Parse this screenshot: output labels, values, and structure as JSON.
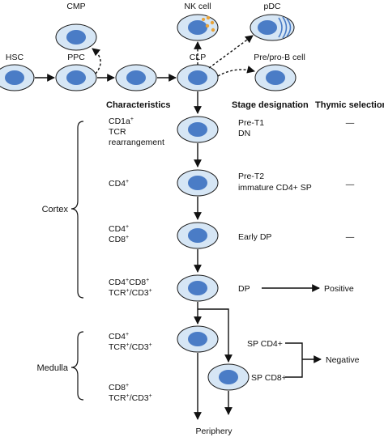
{
  "progenitors": {
    "cmp": "CMP",
    "nk": "NK cell",
    "pdc": "pDC",
    "hsc": "HSC",
    "ppc": "PPC",
    "clp": "CLP",
    "preprob": "Pre/pro-B cell"
  },
  "headers": {
    "characteristics": "Characteristics",
    "stage": "Stage designation",
    "thymic": "Thymic selection"
  },
  "regions": {
    "cortex": "Cortex",
    "medulla": "Medulla"
  },
  "stages": [
    {
      "characteristics": [
        [
          {
            "t": "CD1a"
          },
          {
            "t": "+",
            "sup": true
          }
        ],
        [
          {
            "t": "TCR"
          }
        ],
        [
          {
            "t": "rearrangement"
          }
        ]
      ],
      "designation": [
        "Pre-T1",
        "DN"
      ],
      "selection": "—"
    },
    {
      "characteristics": [
        [
          {
            "t": "CD4"
          },
          {
            "t": "+",
            "sup": true
          }
        ]
      ],
      "designation": [
        "Pre-T2",
        "immature CD4+ SP"
      ],
      "selection": "—"
    },
    {
      "characteristics": [
        [
          {
            "t": "CD4"
          },
          {
            "t": "+",
            "sup": true
          }
        ],
        [
          {
            "t": "CD8"
          },
          {
            "t": "+",
            "sup": true
          }
        ]
      ],
      "designation": [
        "Early DP"
      ],
      "selection": "—"
    },
    {
      "characteristics": [
        [
          {
            "t": "CD4"
          },
          {
            "t": "+",
            "sup": true
          },
          {
            "t": "CD8"
          },
          {
            "t": "+",
            "sup": true
          }
        ],
        [
          {
            "t": "TCR"
          },
          {
            "t": "+",
            "sup": true
          },
          {
            "t": "/CD3"
          },
          {
            "t": "+",
            "sup": true
          }
        ]
      ],
      "designation": [
        "DP"
      ],
      "selection": "Positive"
    }
  ],
  "medulla_stages": [
    {
      "characteristics": [
        [
          {
            "t": "CD4"
          },
          {
            "t": "+",
            "sup": true
          }
        ],
        [
          {
            "t": "TCR"
          },
          {
            "t": "+",
            "sup": true
          },
          {
            "t": "/CD3"
          },
          {
            "t": "+",
            "sup": true
          }
        ]
      ]
    },
    {
      "characteristics": [
        [
          {
            "t": "CD8"
          },
          {
            "t": "+",
            "sup": true
          }
        ],
        [
          {
            "t": "TCR"
          },
          {
            "t": "+",
            "sup": true
          },
          {
            "t": "/CD3"
          },
          {
            "t": "+",
            "sup": true
          }
        ]
      ]
    }
  ],
  "sp_cd4": "SP CD4+",
  "sp_cd8": "SP CD8+",
  "negative": "Negative",
  "periphery": "Periphery",
  "colors": {
    "cell_fill": "#d6e6f5",
    "nucleus": "#4a7cc6",
    "nk_granule": "#e8a33a"
  }
}
